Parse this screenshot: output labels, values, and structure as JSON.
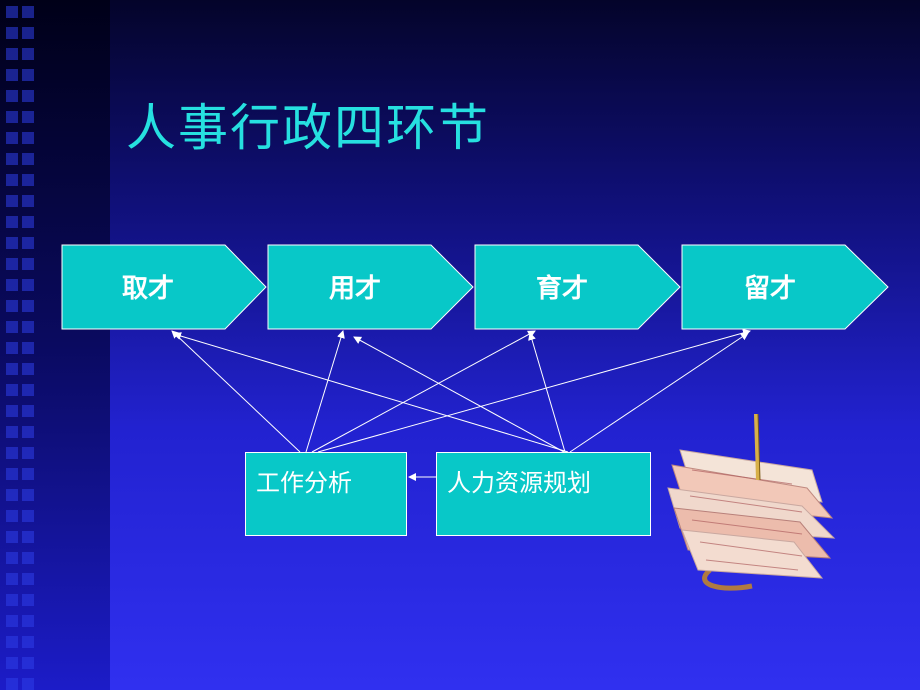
{
  "slide": {
    "title": "人事行政四环节",
    "stages": [
      "取才",
      "用才",
      "育才",
      "留才"
    ],
    "sources": {
      "job_analysis": "工作分析",
      "hr_planning": "人力资源规划"
    }
  },
  "colors": {
    "title": "#26e0e0",
    "shape_fill": "#08c8c8",
    "line": "#ffffff"
  },
  "icons": {
    "decoration": "paper-stack-spike-icon"
  }
}
